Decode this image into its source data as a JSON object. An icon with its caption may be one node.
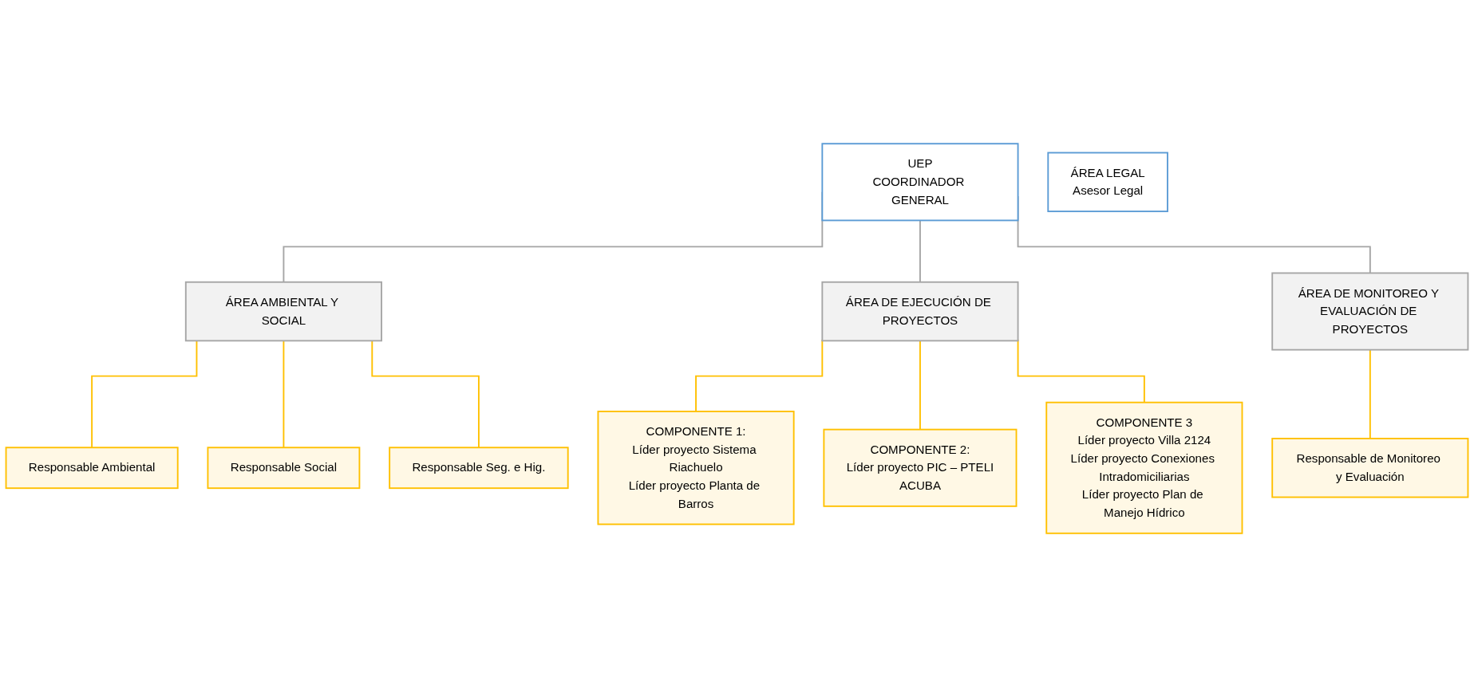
{
  "diagram": {
    "nodes": [
      {
        "text": [
          "UEP",
          "COORDINADOR GENERAL"
        ]
      },
      {
        "text": [
          "ÁREA LEGAL",
          "Asesor Legal"
        ]
      },
      {
        "text": [
          "ÁREA AMBIENTAL Y SOCIAL"
        ]
      },
      {
        "text": [
          "ÁREA DE EJECUCIÓN DE PROYECTOS"
        ]
      },
      {
        "text": [
          "ÁREA DE MONITOREO Y EVALUACIÓN DE PROYECTOS"
        ]
      },
      {
        "text": [
          "Responsable Ambiental"
        ]
      },
      {
        "text": [
          "Responsable Social"
        ]
      },
      {
        "text": [
          "Responsable Seg. e Hig."
        ]
      },
      {
        "text": [
          "COMPONENTE 1:",
          "Líder proyecto Sistema Riachuelo",
          "Líder proyecto Planta de Barros"
        ]
      },
      {
        "text": [
          "COMPONENTE 2:",
          "Líder proyecto PIC – PTELI",
          "ACUBA"
        ]
      },
      {
        "text": [
          "COMPONENTE 3",
          "Líder proyecto Villa 2124",
          "Líder proyecto Conexiones Intradomiciliarias",
          "Líder proyecto Plan de Manejo Hídrico"
        ]
      },
      {
        "text": [
          "Responsable de Monitoreo y Evaluación"
        ]
      }
    ],
    "edges": [
      {
        "from": 0,
        "to": 2,
        "arrow": "none",
        "color": "#a5a5a5"
      },
      {
        "from": 0,
        "to": 3,
        "arrow": "none",
        "color": "#a5a5a5"
      },
      {
        "from": 0,
        "to": 4,
        "arrow": "none",
        "color": "#a5a5a5"
      },
      {
        "from": 2,
        "to": 5,
        "arrow": "none"
      },
      {
        "from": 2,
        "to": 6,
        "arrow": "none"
      },
      {
        "from": 2,
        "to": 7,
        "arrow": "none"
      },
      {
        "from": 3,
        "to": 8,
        "arrow": "none"
      },
      {
        "from": 3,
        "to": 9,
        "arrow": "none"
      },
      {
        "from": 3,
        "to": 10,
        "arrow": "none"
      },
      {
        "from": 4,
        "to": 11,
        "arrow": "none"
      }
    ]
  }
}
